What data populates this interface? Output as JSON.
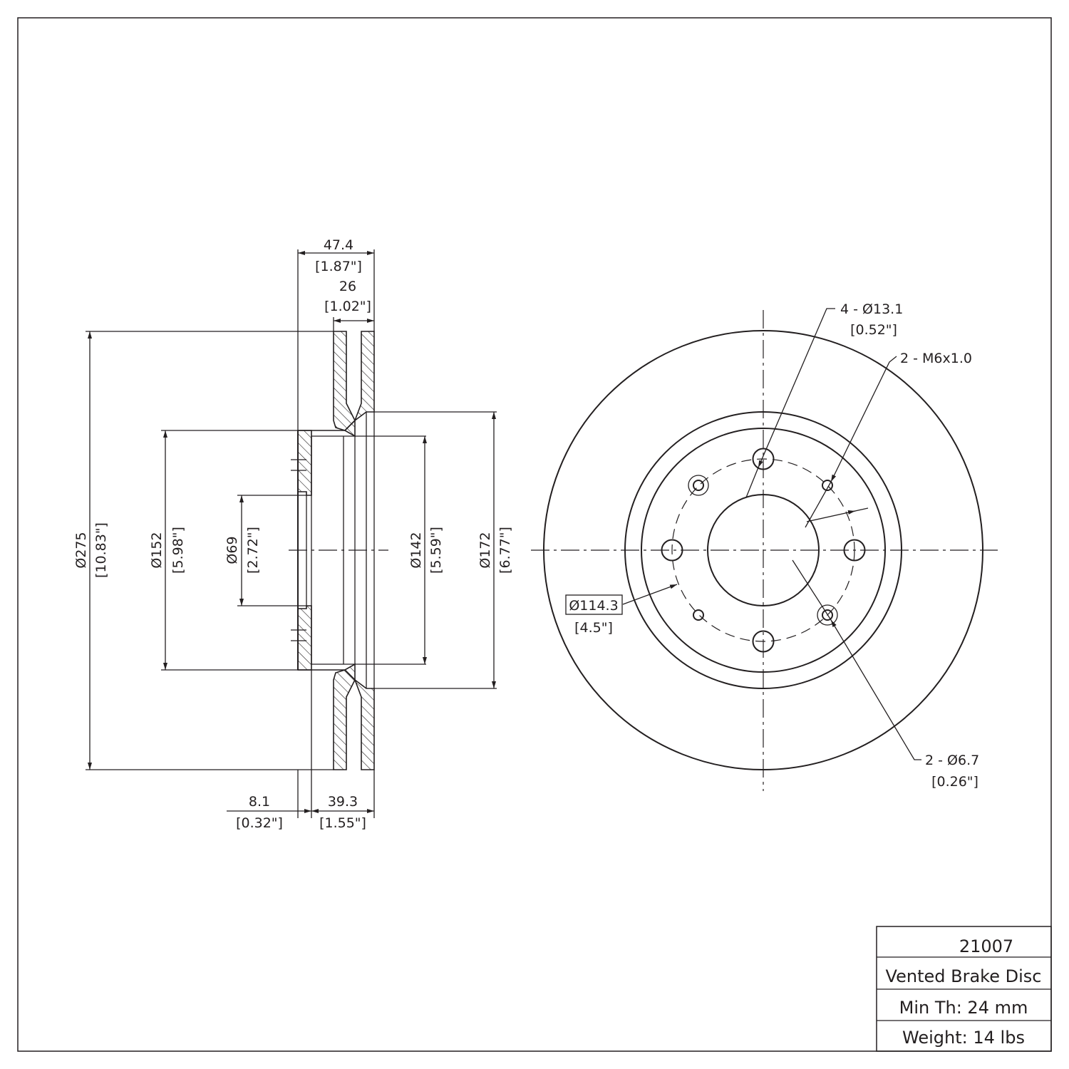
{
  "title_block": {
    "part_number": "21007",
    "description": "Vented Brake Disc",
    "min_thickness": "Min Th: 24 mm",
    "weight": "Weight: 14 lbs"
  },
  "side_view": {
    "overall_width": {
      "mm": "47.4",
      "in": "[1.87\"]"
    },
    "rotor_thickness": {
      "mm": "26",
      "in": "[1.02\"]"
    },
    "outer_diameter": {
      "mm": "Ø275",
      "in": "[10.83\"]"
    },
    "hat_diameter": {
      "mm": "Ø152",
      "in": "[5.98\"]"
    },
    "center_bore": {
      "mm": "Ø69",
      "in": "[2.72\"]"
    },
    "inner_diameter": {
      "mm": "Ø142",
      "in": "[5.59\"]"
    },
    "friction_inner_diameter": {
      "mm": "Ø172",
      "in": "[6.77\"]"
    },
    "hat_thickness": {
      "mm": "8.1",
      "in": "[0.32\"]"
    },
    "offset": {
      "mm": "39.3",
      "in": "[1.55\"]"
    }
  },
  "front_view": {
    "lug_holes": {
      "mm": "4 - Ø13.1",
      "in": "[0.52\"]"
    },
    "threaded_holes": {
      "mm": "2 - M6x1.0"
    },
    "small_holes": {
      "mm": "2 - Ø6.7",
      "in": "[0.26\"]"
    },
    "bolt_circle": {
      "mm": "Ø114.3",
      "in": "[4.5\"]"
    }
  }
}
